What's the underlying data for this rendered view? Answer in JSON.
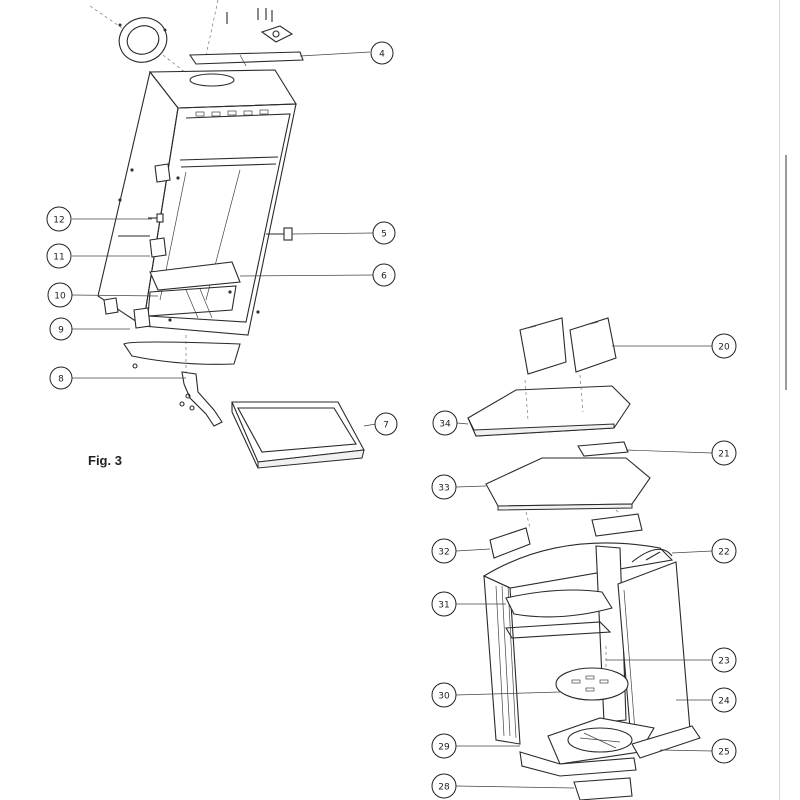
{
  "figure": {
    "label": "Fig. 3"
  },
  "callouts_left": [
    "4",
    "5",
    "6",
    "7",
    "8",
    "9",
    "10",
    "11",
    "12"
  ],
  "callouts_right": [
    "20",
    "21",
    "22",
    "23",
    "24",
    "25",
    "28",
    "29",
    "30",
    "31",
    "32",
    "33",
    "34"
  ]
}
